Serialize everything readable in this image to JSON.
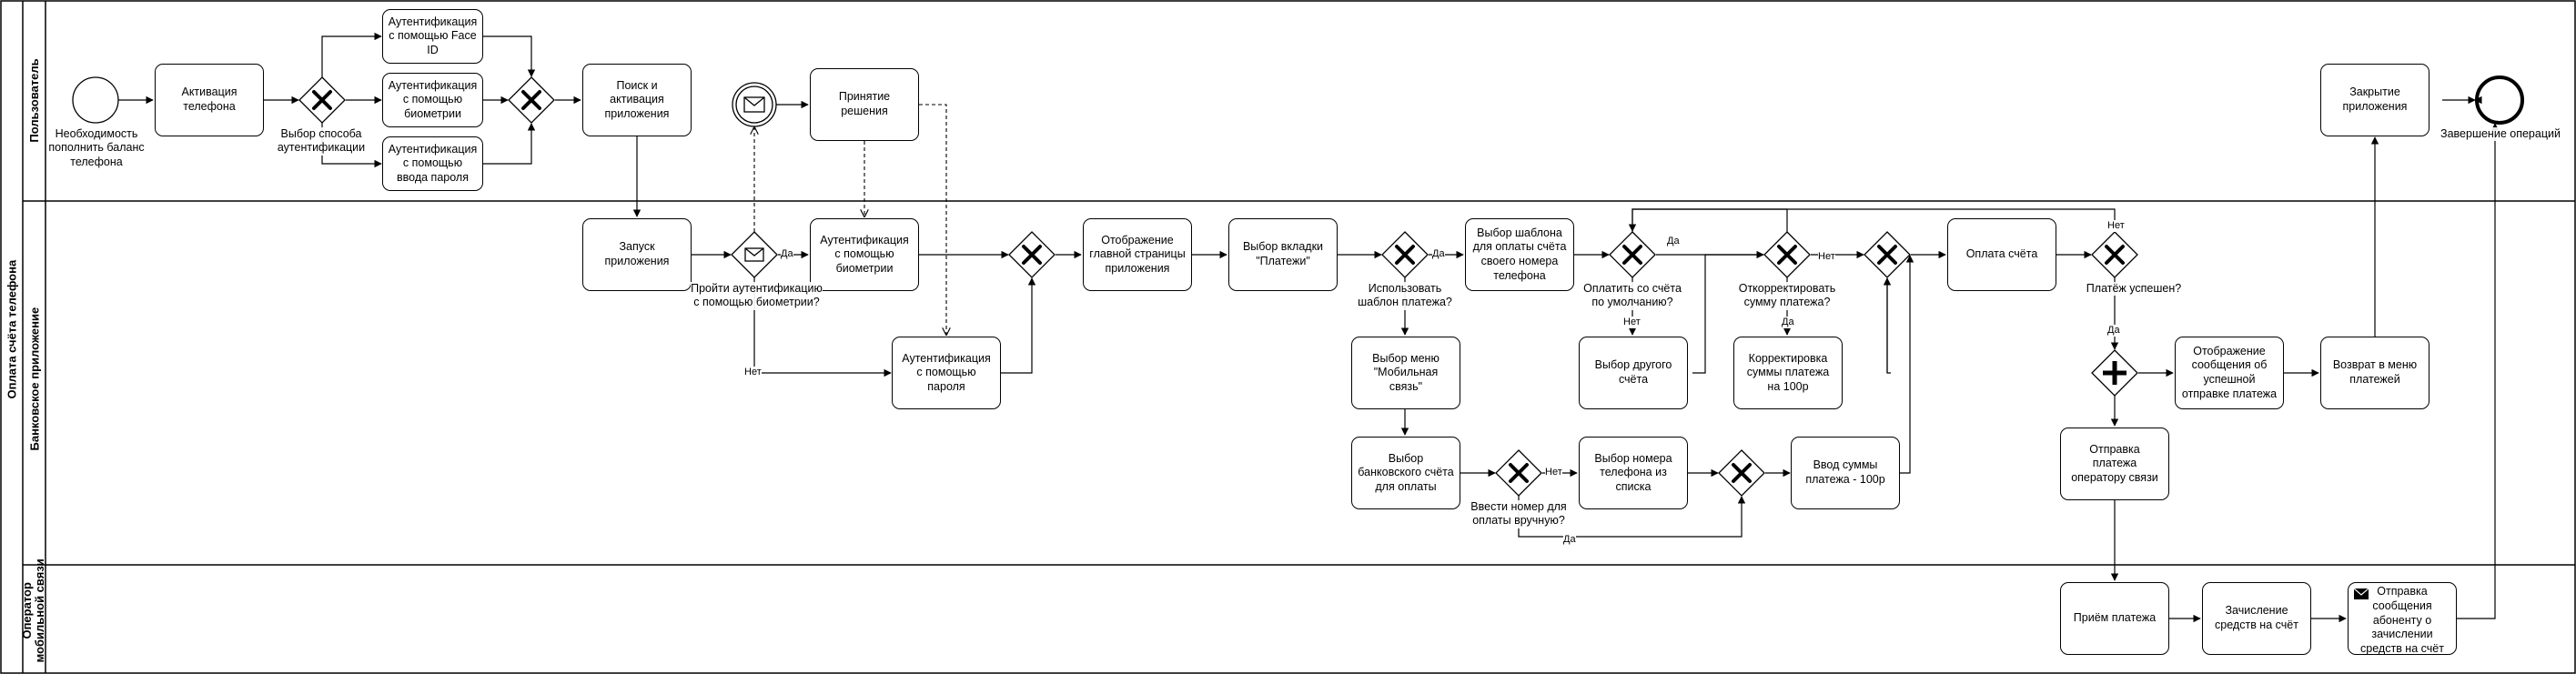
{
  "pool": {
    "title": "Оплата счёта телефона"
  },
  "lanes": [
    {
      "id": "user",
      "title": "Пользователь"
    },
    {
      "id": "bank",
      "title": "Банковское приложение"
    },
    {
      "id": "operator",
      "title": "Оператор мобильной связи"
    }
  ],
  "events": {
    "start": "Необходимость пополнить баланс телефона",
    "end": "Завершение операций"
  },
  "tasks": {
    "activate_phone": "Активация телефона",
    "auth_faceid": "Аутентификация с помощью Face ID",
    "auth_biometrics_user": "Аутентификация с помощью биометрии",
    "auth_password_user": "Аутентификация с помощью ввода пароля",
    "search_app": "Поиск и активация приложения",
    "decision": "Принятие решения",
    "close_app": "Закрытие приложения",
    "launch_app": "Запуск приложения",
    "auth_biometrics_app": "Аутентификация с помощью биометрии",
    "auth_password_app": "Аутентификация с помощью пароля",
    "main_page": "Отображение главной страницы приложения",
    "payments_tab": "Выбор вкладки \"Платежи\"",
    "template_select": "Выбор шаблона для оплаты счёта своего номера телефона",
    "mobile_menu": "Выбор меню \"Мобильная связь\"",
    "bank_account": "Выбор банковского счёта для оплаты",
    "other_account": "Выбор другого счёта",
    "phone_from_list": "Выбор номера телефона из списка",
    "amount_correction": "Корректировка суммы платежа на 100р",
    "amount_input": "Ввод суммы платежа - 100р",
    "pay_bill": "Оплата счёта",
    "success_message": "Отображение сообщения об успешной отправке платежа",
    "back_to_menu": "Возврат в меню платежей",
    "send_to_operator": "Отправка платежа оператору связи",
    "receive_payment": "Приём платежа",
    "credit_funds": "Зачисление средств на счёт",
    "notify_subscriber": "Отправка сообщения абоненту о зачислении средств на счёт"
  },
  "gateways": {
    "auth_method": "Выбор способа аутентификации",
    "biometrics_q": "Пройти аутентификацию с помощью биометрии?",
    "template_q": "Использовать шаблон платежа?",
    "default_account_q": "Оплатить со счёта по умолчанию?",
    "correct_amount_q": "Откорректировать сумму платежа?",
    "manual_number_q": "Ввести номер для оплаты вручную?",
    "payment_success_q": "Платёж успешен?"
  },
  "flow_labels": {
    "yes": "Да",
    "no": "Нет"
  }
}
